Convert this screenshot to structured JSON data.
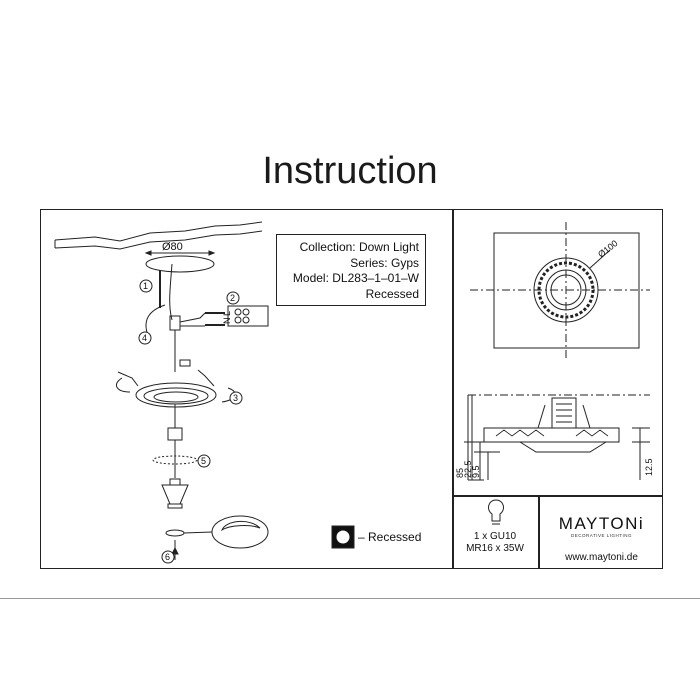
{
  "title": "Instruction",
  "info": {
    "collection": "Collection: Down Light",
    "series": "Series: Gyps",
    "model": "Model: DL283–1–01–W",
    "mount": "Recessed"
  },
  "legend": {
    "label": "– Recessed"
  },
  "lamp": {
    "count": "1 x GU10",
    "spec": "MR16 x 35W"
  },
  "brand": {
    "name": "MAYTONi",
    "tagline": "DECORATIVE LIGHTING",
    "url": "www.maytoni.de"
  },
  "diagram": {
    "hole_diameter": "Ø80",
    "outer_diameter": "Ø100",
    "dims_left": [
      "85",
      "22.5",
      "9.5"
    ],
    "dim_right": "12.5",
    "steps": [
      "1",
      "2",
      "3",
      "4",
      "5",
      "6"
    ],
    "terminals": [
      "L",
      "N"
    ]
  }
}
